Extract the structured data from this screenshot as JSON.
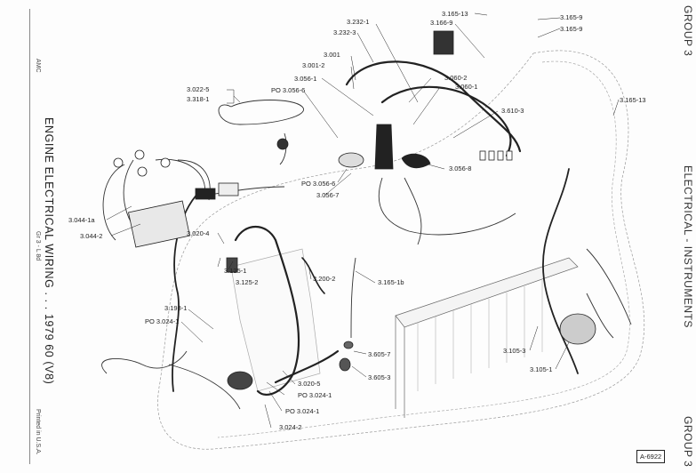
{
  "document": {
    "publisher": "AMC",
    "title": "ENGINE ELECTRICAL WIRING . . . 1979  60 (V8)",
    "page_ref": "Gr 3 - L 8d",
    "printed": "Printed in U.S.A.",
    "section_title": "ELECTRICAL - INSTRUMENTS",
    "group_top": "GROUP 3",
    "group_bottom": "GROUP 3",
    "figure_id": "A-6922"
  },
  "callouts": [
    {
      "id": "c1",
      "text": "3.165-13"
    },
    {
      "id": "c2",
      "text": "3.166-9"
    },
    {
      "id": "c3",
      "text": "3.165-9"
    },
    {
      "id": "c4",
      "text": "3.165-9"
    },
    {
      "id": "c5",
      "text": "3.232-1"
    },
    {
      "id": "c6",
      "text": "3.232-3"
    },
    {
      "id": "c7",
      "text": "3.001"
    },
    {
      "id": "c8",
      "text": "3.001-2"
    },
    {
      "id": "c9",
      "text": "3.056-1"
    },
    {
      "id": "c10",
      "text": "PO 3.056-6"
    },
    {
      "id": "c11",
      "text": "3.022-5"
    },
    {
      "id": "c12",
      "text": "3.318-1"
    },
    {
      "id": "c13",
      "text": "3.060-2"
    },
    {
      "id": "c14",
      "text": "3.060-1"
    },
    {
      "id": "c15",
      "text": "3.610-3"
    },
    {
      "id": "c16",
      "text": "3.165-13"
    },
    {
      "id": "c17",
      "text": "3.056-8"
    },
    {
      "id": "c18",
      "text": "PO 3.056-6"
    },
    {
      "id": "c19",
      "text": "3.056-7"
    },
    {
      "id": "c20",
      "text": "3.044-1a"
    },
    {
      "id": "c21",
      "text": "3.044-2"
    },
    {
      "id": "c22",
      "text": "3.020-4"
    },
    {
      "id": "c23",
      "text": "3.125-1"
    },
    {
      "id": "c24",
      "text": "3.125-2"
    },
    {
      "id": "c25",
      "text": "3.200-2"
    },
    {
      "id": "c26",
      "text": "3.165-1b"
    },
    {
      "id": "c27",
      "text": "3.198-1"
    },
    {
      "id": "c28",
      "text": "PO 3.024-1"
    },
    {
      "id": "c29",
      "text": "3.020-5"
    },
    {
      "id": "c30",
      "text": "PO 3.024-1"
    },
    {
      "id": "c31",
      "text": "PO 3.024-1"
    },
    {
      "id": "c32",
      "text": "3.024-2"
    },
    {
      "id": "c33",
      "text": "3.605-7"
    },
    {
      "id": "c34",
      "text": "3.605-3"
    },
    {
      "id": "c35",
      "text": "3.105-3"
    },
    {
      "id": "c36",
      "text": "3.105-1"
    }
  ]
}
